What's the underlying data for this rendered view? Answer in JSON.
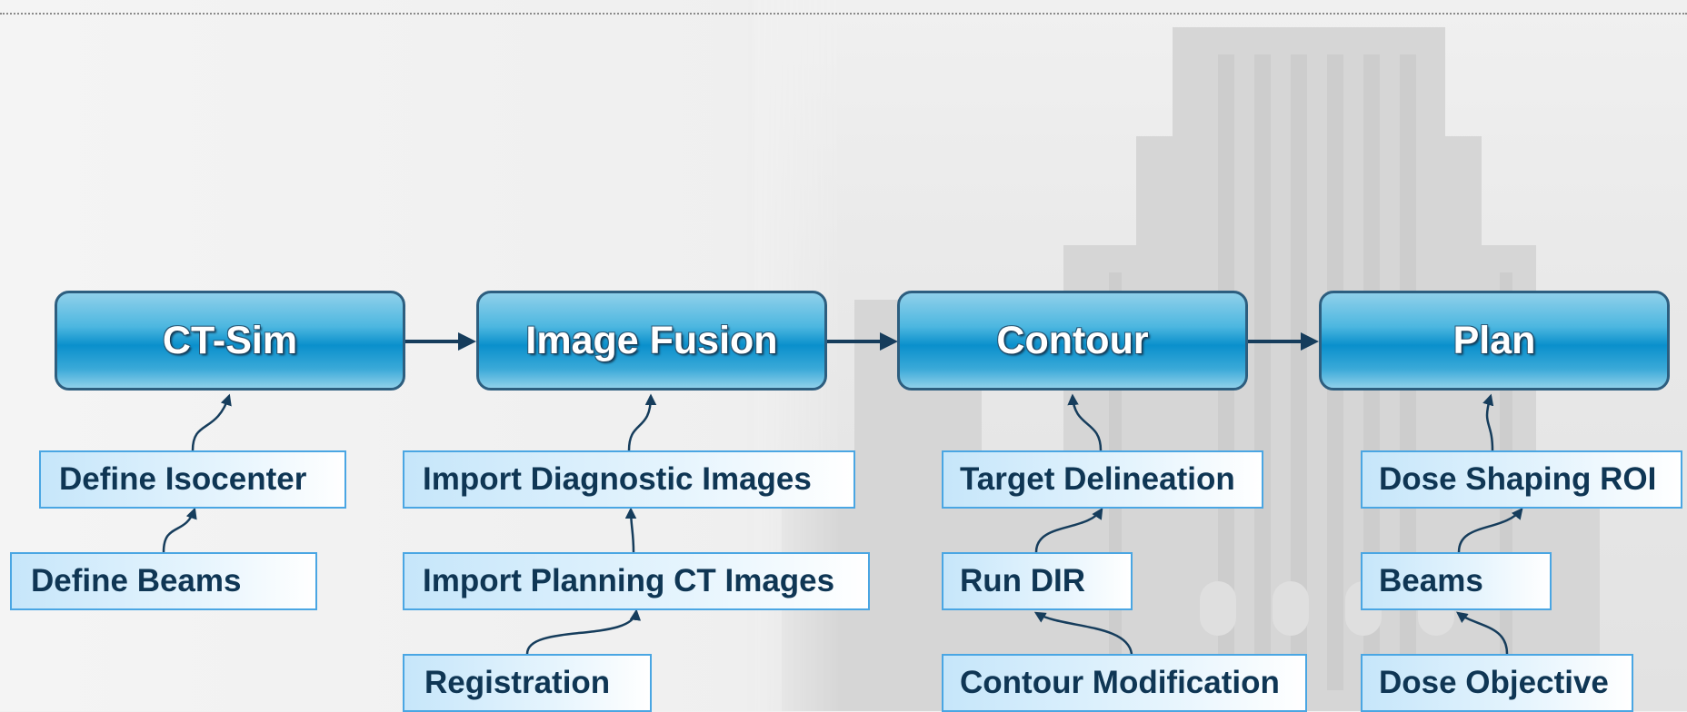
{
  "colors": {
    "stage_border": "#2d5e7f",
    "stage_fill": "#0a90cc",
    "stage_text": "#ffffff",
    "task_border": "#4aa6e3",
    "task_text": "#0f3654",
    "arrow": "#163d5c"
  },
  "stages": [
    {
      "label": "CT-Sim"
    },
    {
      "label": "Image Fusion"
    },
    {
      "label": "Contour"
    },
    {
      "label": "Plan"
    }
  ],
  "tasks": {
    "ct_sim": [
      "Define Isocenter",
      "Define Beams"
    ],
    "image_fusion": [
      "Import Diagnostic Images",
      "Import Planning CT Images",
      "Registration"
    ],
    "contour": [
      "Target Delineation",
      "Run DIR",
      "Contour Modification"
    ],
    "plan": [
      "Dose Shaping ROI",
      "Beams",
      "Dose Objective"
    ]
  }
}
